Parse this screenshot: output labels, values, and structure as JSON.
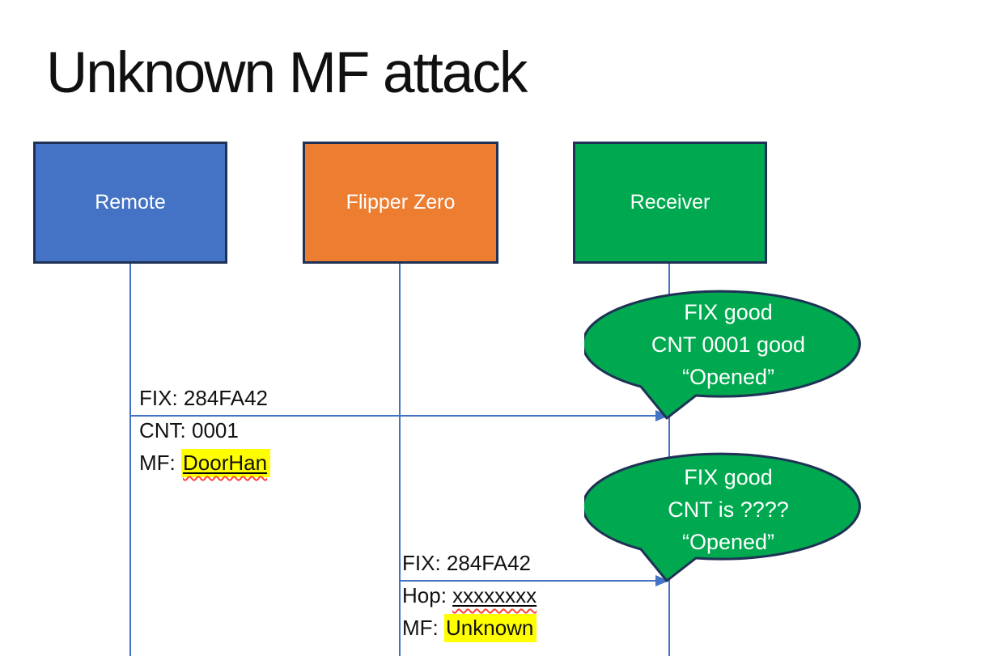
{
  "title": "Unknown MF attack",
  "actors": {
    "remote": {
      "label": "Remote",
      "color": "#4472C4"
    },
    "flipper": {
      "label": "Flipper Zero",
      "color": "#ED7D31"
    },
    "receiver": {
      "label": "Receiver",
      "color": "#00A94F"
    }
  },
  "message1": {
    "fix": "FIX: 284FA42",
    "cnt": "CNT: 0001",
    "mf_label": "MF: ",
    "mf_value": "DoorHan"
  },
  "message2": {
    "fix": "FIX: 284FA42",
    "hop_label": "Hop: ",
    "hop_value": "xxxxxxxx",
    "mf_label": "MF: ",
    "mf_value": "Unknown"
  },
  "bubble1": {
    "line1": "FIX good",
    "line2": "CNT 0001 good",
    "line3": "“Opened”"
  },
  "bubble2": {
    "line1": "FIX good",
    "line2": "CNT is ????",
    "line3": "“Opened”"
  },
  "colors": {
    "outline": "#1F3155",
    "connector_blue": "#4472C4",
    "bubble_fill": "#00A94F",
    "highlight_yellow": "#FFFF00",
    "spellcheck_red": "#FF4538"
  }
}
